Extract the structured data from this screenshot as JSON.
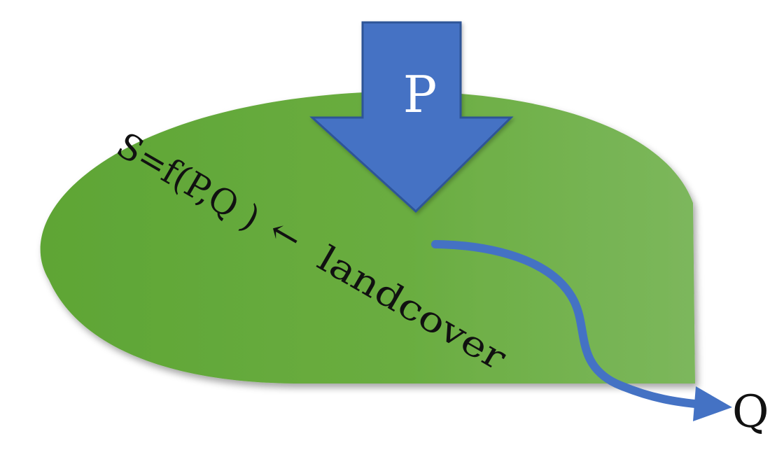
{
  "diagram": {
    "precipitation_label": "P",
    "runoff_label": "Q",
    "storage_label": "S=f(P,Q )",
    "landcover_arrow": "←",
    "landcover_label": "landcover"
  },
  "colors": {
    "land_green_dark": "#5ea535",
    "land_green_light": "#7cb75c",
    "arrow_blue": "#4472c4",
    "arrow_blue_stroke": "#2f5597",
    "text_dark": "#111111",
    "text_light": "#ffffff"
  },
  "icons": {
    "precipitation": "down-arrow-icon",
    "runoff": "flow-arrow-icon"
  }
}
